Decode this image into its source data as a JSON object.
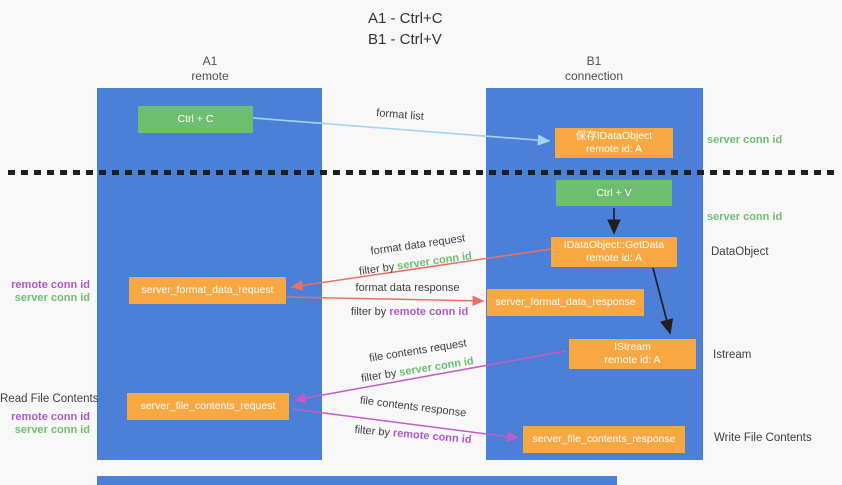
{
  "title": {
    "line1": "A1 - Ctrl+C",
    "line2": "B1 - Ctrl+V"
  },
  "columns": {
    "a1": {
      "name": "A1",
      "subtitle": "remote"
    },
    "b1": {
      "name": "B1",
      "subtitle": "connection"
    }
  },
  "nodes": {
    "ctrl_c": {
      "label": "Ctrl + C"
    },
    "save_dataobject": {
      "line1": "保存IDataObject",
      "line2": "remote id: A"
    },
    "ctrl_v": {
      "label": "Ctrl + V"
    },
    "getdata": {
      "line1": "IDataObject::GetData",
      "line2": "remote id: A"
    },
    "format_request": {
      "label": "server_format_data_request"
    },
    "format_response": {
      "label": "server_format_data_response"
    },
    "istream": {
      "line1": "IStream",
      "line2": "remote id: A"
    },
    "file_request": {
      "label": "server_file_contents_request"
    },
    "file_response": {
      "label": "server_file_contents_response"
    }
  },
  "arrow_labels": {
    "format_list": "format list",
    "format_data_request": {
      "title": "format data request",
      "filter_prefix": "filter by ",
      "filter_id": "server conn id"
    },
    "format_data_response": {
      "title": "format data response",
      "filter_prefix": "filter by ",
      "filter_id": "remote conn id"
    },
    "file_contents_request": {
      "title": "file contents request",
      "filter_prefix": "filter by ",
      "filter_id": "server conn id"
    },
    "file_contents_response": {
      "title": "file contents response",
      "filter_prefix": "filter by ",
      "filter_id": "remote conn id"
    }
  },
  "side_labels": {
    "server_conn_id_top_right": "server conn id",
    "server_conn_id_mid_right": "server conn id",
    "dataobject": "DataObject",
    "istream": "Istream",
    "write_file_contents": "Write File Contents",
    "read_file_contents": "Read File Contents",
    "left_top": {
      "remote": "remote conn id",
      "server": "server conn id"
    },
    "left_bottom": {
      "remote": "remote conn id",
      "server": "server conn id"
    }
  },
  "colors": {
    "column_blue": "#4c80d8",
    "node_green": "#6dbe6f",
    "node_orange": "#f8a843",
    "arrow_lightblue": "#a6d3f2",
    "arrow_red": "#ec6f63",
    "arrow_magenta": "#c55bc5",
    "arrow_dark": "#1f1f1f",
    "label_green": "#6fbf70",
    "label_purple": "#b158c8",
    "text_dark": "#3f3f3f",
    "background": "#f8f8f8"
  }
}
